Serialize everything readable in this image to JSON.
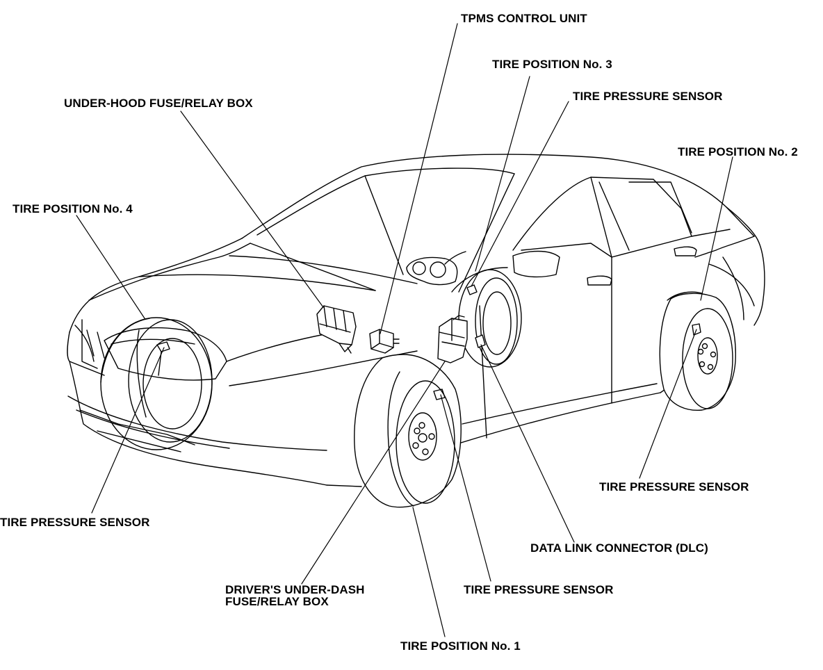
{
  "labels": {
    "tpms_control_unit": "TPMS CONTROL UNIT",
    "tire_position_3": "TIRE POSITION No. 3",
    "tire_pressure_sensor_top": "TIRE PRESSURE SENSOR",
    "under_hood_fuse_relay_box": "UNDER-HOOD FUSE/RELAY BOX",
    "tire_position_2": "TIRE POSITION No. 2",
    "tire_position_4": "TIRE POSITION No. 4",
    "tire_pressure_sensor_right": "TIRE PRESSURE SENSOR",
    "tire_pressure_sensor_left": "TIRE PRESSURE SENSOR",
    "data_link_connector": "DATA LINK CONNECTOR (DLC)",
    "drivers_under_dash_line1": "DRIVER'S UNDER-DASH",
    "drivers_under_dash_line2": "FUSE/RELAY BOX",
    "tire_pressure_sensor_bottom": "TIRE PRESSURE SENSOR",
    "tire_position_1": "TIRE POSITION No. 1"
  },
  "colors": {
    "line": "#000000",
    "background": "#ffffff"
  }
}
